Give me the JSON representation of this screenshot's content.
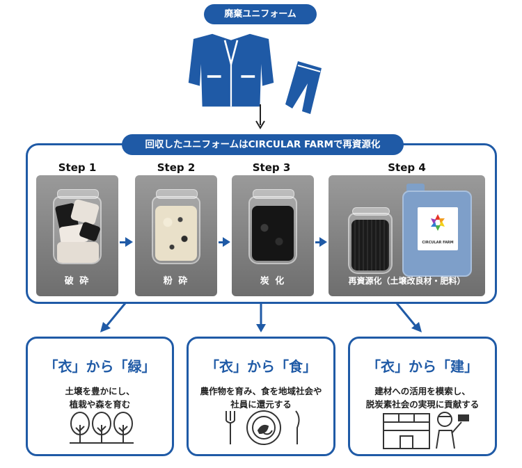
{
  "header": {
    "title": "廃棄ユニフォーム"
  },
  "process": {
    "title": "回収したユニフォームはCIRCULAR FARMで再資源化",
    "steps": [
      {
        "label": "Step 1",
        "caption": "破 砕"
      },
      {
        "label": "Step 2",
        "caption": "粉 砕"
      },
      {
        "label": "Step 3",
        "caption": "炭 化"
      },
      {
        "label": "Step 4",
        "caption": "再資源化（土壌改良材・肥料）"
      }
    ],
    "product_logo_text": "CIRCULAR FARM"
  },
  "outcomes": [
    {
      "title": "「衣」から「緑」",
      "lines": [
        "土壌を豊かにし、",
        "植栽や森を育む"
      ]
    },
    {
      "title": "「衣」から「食」",
      "lines": [
        "農作物を育み、食を地域社会や",
        "社員に還元する"
      ]
    },
    {
      "title": "「衣」から「建」",
      "lines": [
        "建材への活用を模索し、",
        "脱炭素社会の実現に貢献する"
      ]
    }
  ],
  "colors": {
    "accent": "#1f5aa6"
  }
}
